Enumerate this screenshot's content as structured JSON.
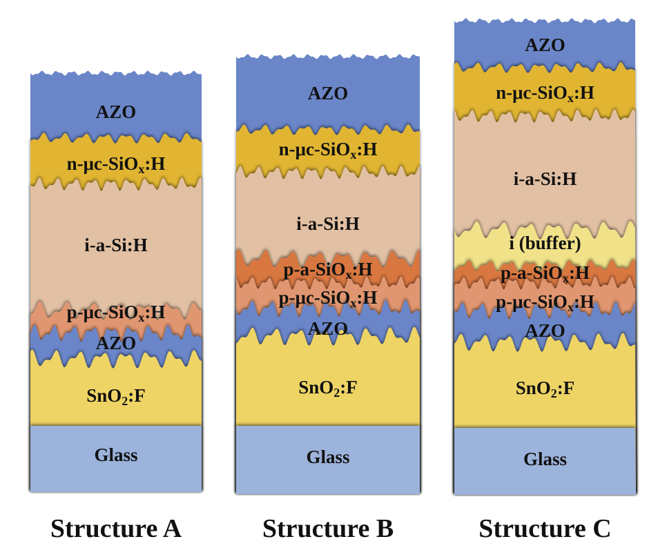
{
  "colors": {
    "azo": "#6A86C8",
    "n_layer": "#E1B531",
    "i_asi": "#E2C0A3",
    "buffer": "#F1E188",
    "p_asiox": "#D9773F",
    "p_ucsiox": "#E09670",
    "sno2": "#EED465",
    "glass": "#9CB3DB",
    "text": "#111111"
  },
  "structures": [
    {
      "title": "Structure A",
      "layers": [
        {
          "key": "azo_top",
          "main": "AZO",
          "sub": "",
          "tail": "",
          "color": "azo"
        },
        {
          "key": "n",
          "main": "n-μc-SiO",
          "sub": "x",
          "tail": ":H",
          "color": "n_layer"
        },
        {
          "key": "i",
          "main": "i-a-Si:H",
          "sub": "",
          "tail": "",
          "color": "i_asi"
        },
        {
          "key": "p_uc",
          "main": "p-μc-SiO",
          "sub": "x",
          "tail": ":H",
          "color": "p_ucsiox"
        },
        {
          "key": "azo_bot",
          "main": "AZO",
          "sub": "",
          "tail": "",
          "color": "azo"
        },
        {
          "key": "sno2",
          "main": "SnO",
          "sub": "2",
          "tail": ":F",
          "color": "sno2"
        },
        {
          "key": "glass",
          "main": "Glass",
          "sub": "",
          "tail": "",
          "color": "glass"
        }
      ]
    },
    {
      "title": "Structure B",
      "layers": [
        {
          "key": "azo_top",
          "main": "AZO",
          "sub": "",
          "tail": "",
          "color": "azo"
        },
        {
          "key": "n",
          "main": "n-μc-SiO",
          "sub": "x",
          "tail": ":H",
          "color": "n_layer"
        },
        {
          "key": "i",
          "main": "i-a-Si:H",
          "sub": "",
          "tail": "",
          "color": "i_asi"
        },
        {
          "key": "p_a",
          "main": "p-a-SiO",
          "sub": "x",
          "tail": ":H",
          "color": "p_asiox"
        },
        {
          "key": "p_uc",
          "main": "p-μc-SiO",
          "sub": "x",
          "tail": ":H",
          "color": "p_ucsiox"
        },
        {
          "key": "azo_bot",
          "main": "AZO",
          "sub": "",
          "tail": "",
          "color": "azo"
        },
        {
          "key": "sno2",
          "main": "SnO",
          "sub": "2",
          "tail": ":F",
          "color": "sno2"
        },
        {
          "key": "glass",
          "main": "Glass",
          "sub": "",
          "tail": "",
          "color": "glass"
        }
      ]
    },
    {
      "title": "Structure C",
      "layers": [
        {
          "key": "azo_top",
          "main": "AZO",
          "sub": "",
          "tail": "",
          "color": "azo"
        },
        {
          "key": "n",
          "main": "n-μc-SiO",
          "sub": "x",
          "tail": ":H",
          "color": "n_layer"
        },
        {
          "key": "i",
          "main": "i-a-Si:H",
          "sub": "",
          "tail": "",
          "color": "i_asi"
        },
        {
          "key": "buffer",
          "main": "i (buffer)",
          "sub": "",
          "tail": "",
          "color": "buffer"
        },
        {
          "key": "p_a",
          "main": "p-a-SiO",
          "sub": "x",
          "tail": ":H",
          "color": "p_asiox"
        },
        {
          "key": "p_uc",
          "main": "p-μc-SiO",
          "sub": "x",
          "tail": ":H",
          "color": "p_ucsiox"
        },
        {
          "key": "azo_bot",
          "main": "AZO",
          "sub": "",
          "tail": "",
          "color": "azo"
        },
        {
          "key": "sno2",
          "main": "SnO",
          "sub": "2",
          "tail": ":F",
          "color": "sno2"
        },
        {
          "key": "glass",
          "main": "Glass",
          "sub": "",
          "tail": "",
          "color": "glass"
        }
      ]
    }
  ]
}
